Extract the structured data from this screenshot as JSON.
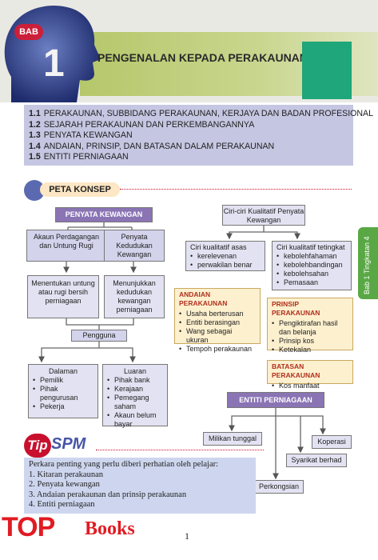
{
  "chapter": {
    "label": "BAB",
    "number": "1",
    "title": "PENGENALAN KEPADA PERAKAUNAN"
  },
  "toc": [
    {
      "num": "1.1",
      "text": "PERAKAUNAN, SUBBIDANG PERAKAUNAN, KERJAYA DAN BADAN PROFESIONAL"
    },
    {
      "num": "1.2",
      "text": "SEJARAH PERAKAUNAN DAN PERKEMBANGANNYA"
    },
    {
      "num": "1.3",
      "text": "PENYATA KEWANGAN"
    },
    {
      "num": "1.4",
      "text": "ANDAIAN, PRINSIP, DAN BATASAN DALAM PERAKAUNAN"
    },
    {
      "num": "1.5",
      "text": "ENTITI PERNIAGAAN"
    }
  ],
  "side_tab": "Bab 1  Tingkatan 4",
  "peta_konsep": "PETA KONSEP",
  "map": {
    "penyata_kewangan": "PENYATA KEWANGAN",
    "akaun": "Akaun Perdagangan dan Untung Rugi",
    "penyata_kedudukan": "Penyata Kedudukan Kewangan",
    "menentukan": "Menentukan untung atau rugi bersih perniagaan",
    "menunjukkan": "Menunjukkan kedudukan kewangan perniagaan",
    "pengguna": "Pengguna",
    "dalaman": {
      "title": "Dalaman",
      "items": [
        "Pemilik",
        "Pihak pengurusan",
        "Pekerja"
      ]
    },
    "luaran": {
      "title": "Luaran",
      "items": [
        "Pihak bank",
        "Kerajaan",
        "Pemegang saham",
        "Akaun belum bayar"
      ]
    },
    "ciri_ciri": "Ciri-ciri Kualitatif Penyata Kewangan",
    "ciri_asas": {
      "title": "Ciri kualitatif asas",
      "items": [
        "kerelevenan",
        "perwakilan benar"
      ]
    },
    "ciri_tingkat": {
      "title": "Ciri kualitatif tetingkat",
      "items": [
        "kebolehfahaman",
        "kebolehbandingan",
        "kebolehsahan",
        "Pemasaan"
      ]
    },
    "andaian": {
      "title": "ANDAIAN PERAKAUNAN",
      "items": [
        "Usaha berterusan",
        "Entiti berasingan",
        "Wang sebagai ukuran",
        "Tempoh perakaunan"
      ]
    },
    "prinsip": {
      "title": "PRINSIP PERAKAUNAN",
      "items": [
        "Pengiktirafan hasil dan belanja",
        "Prinsip kos",
        "Ketekalan"
      ]
    },
    "batasan": {
      "title": "BATASAN PERAKAUNAN",
      "items": [
        "Kos manfaat"
      ]
    },
    "entiti": "ENTITI PERNIAGAAN",
    "milikan": "Milikan tunggal",
    "koperasi": "Koperasi",
    "syarikat": "Syarikat berhad",
    "perkongsian": "Perkongsian"
  },
  "tip": {
    "icon": "Tip",
    "title": "SPM",
    "intro": "Perkara penting yang perlu diberi perhatian oleh pelajar:",
    "items": [
      "1. Kitaran perakaunan",
      "2. Penyata kewangan",
      "3. Andaian perakaunan dan prinsip perakaunan",
      "4. Entiti perniagaan"
    ]
  },
  "page_number": "1",
  "watermark": {
    "top": "TOP",
    "books": "Books"
  },
  "colors": {
    "accent_red": "#c8102e",
    "green": "#1fa67a",
    "lavender": "#d3d3ec",
    "purple": "#8a74b4"
  }
}
